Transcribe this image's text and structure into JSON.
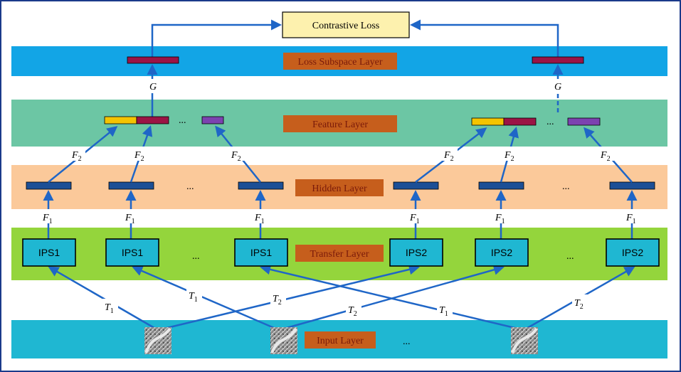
{
  "layers": {
    "loss_subspace": "Loss Subspace Layer",
    "feature": "Feature Layer",
    "hidden": "Hidden Layer",
    "transfer": "Transfer Layer",
    "input": "Input Layer"
  },
  "top_box": "Contrastive Loss",
  "ips": {
    "ips1": "IPS1",
    "ips2": "IPS2"
  },
  "vars": {
    "G": "G",
    "F": "F",
    "T": "T"
  },
  "subs": {
    "one": "1",
    "two": "2"
  },
  "ellipsis": "...",
  "colors": {
    "loss_band": "#12a5e6",
    "feature_band": "#6cc6a4",
    "hidden_band": "#fbc99a",
    "transfer_band": "#94d53c",
    "input_band": "#1fb7d2",
    "label_box": "#c65e1c",
    "ips_box": "#1fb7d2",
    "arrow": "#1f66c7",
    "vector": "#1c4f96",
    "vector_maroon": "#9b1445",
    "vector_yellow": "#f5c400",
    "vector_purple": "#7c42b0",
    "top_box": "#fdf1ae"
  }
}
